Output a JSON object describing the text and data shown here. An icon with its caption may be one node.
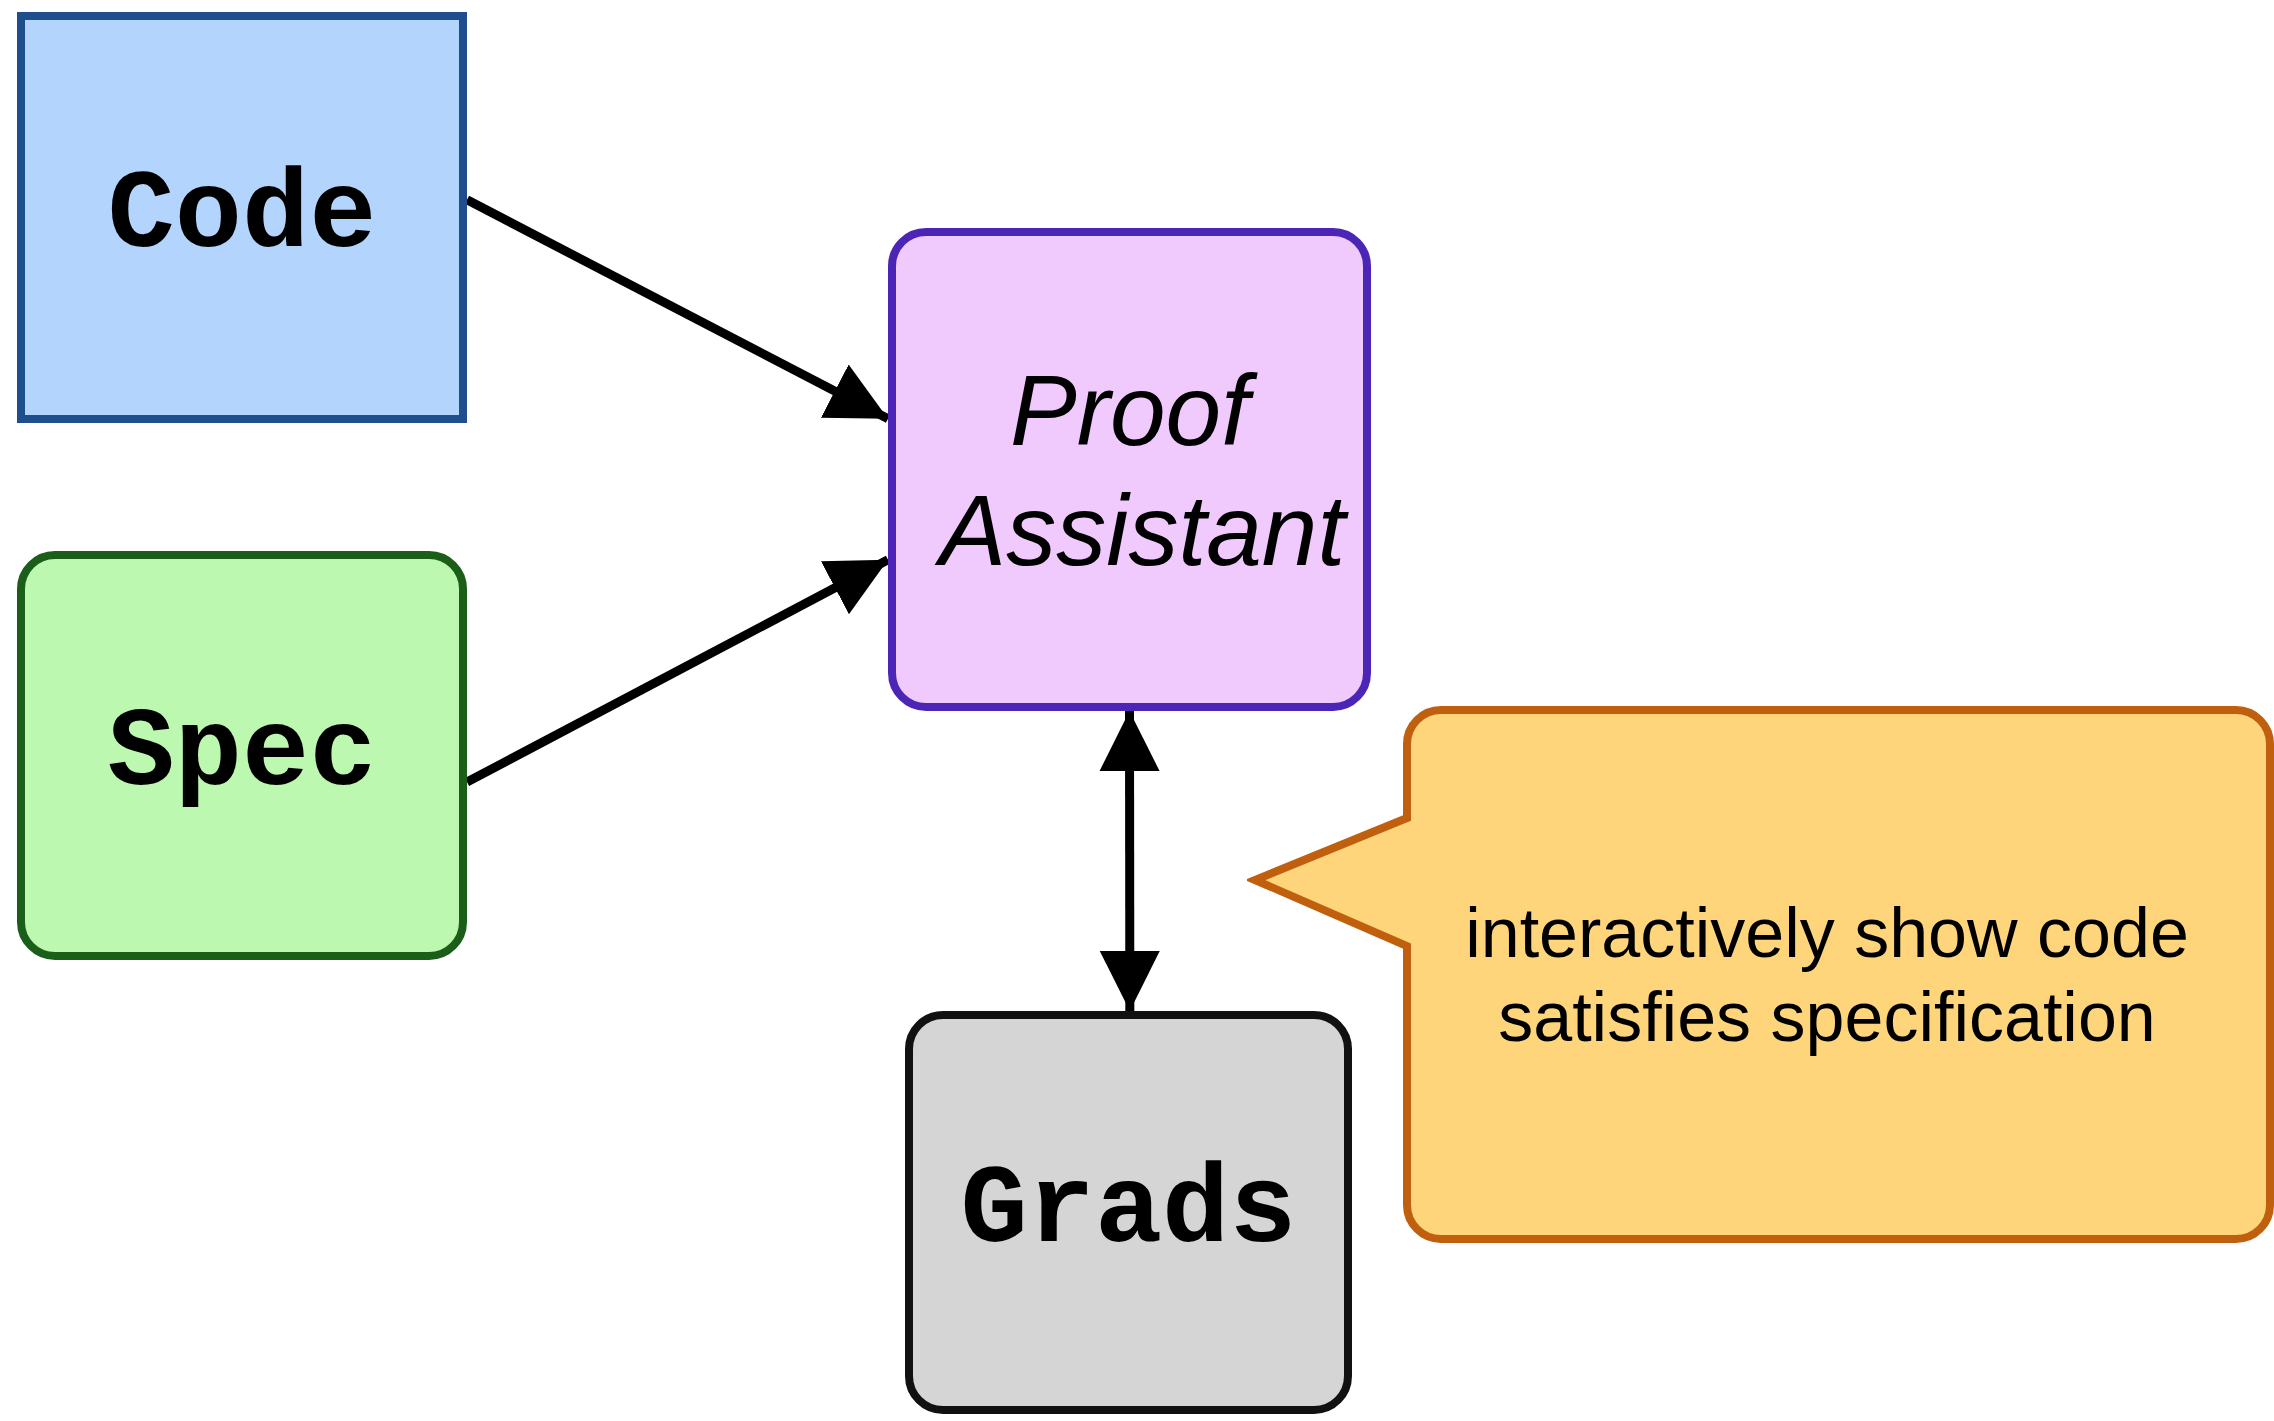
{
  "diagram": {
    "nodes": [
      {
        "text": [
          "Code"
        ]
      },
      {
        "text": [
          "Spec"
        ]
      },
      {
        "text": [
          "Proof Assistant"
        ]
      },
      {
        "text": [
          "Grads"
        ]
      },
      {
        "text": [
          "interactively show code satisfies specification"
        ]
      }
    ],
    "edges": [
      {
        "from": 0,
        "to": 2,
        "arrow": "to"
      },
      {
        "from": 1,
        "to": 2,
        "arrow": "to"
      },
      {
        "from": 2,
        "to": 3,
        "arrow": "both"
      }
    ]
  }
}
